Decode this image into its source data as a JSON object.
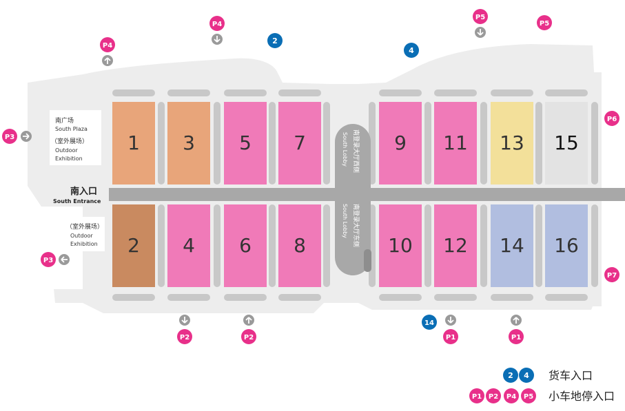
{
  "map": {
    "south_plaza": {
      "zh": "南广场",
      "en": "South Plaza"
    },
    "outdoor_north": {
      "zh": "（室外展场）",
      "en1": "Outdoor",
      "en2": "Exhibition"
    },
    "outdoor_south": {
      "zh": "（室外展场）",
      "en1": "Outdoor",
      "en2": "Exhibition"
    },
    "south_entrance": {
      "zh": "南入口",
      "en": "South Entrance"
    },
    "lobby_west": {
      "zh": "南登录大厅西侧",
      "en": "South Lobby"
    },
    "lobby_east": {
      "zh": "南登录大厅东侧",
      "en": "South Lobby"
    },
    "halls": [
      {
        "label": "1",
        "color": "#E8A57A"
      },
      {
        "label": "3",
        "color": "#E8A57A"
      },
      {
        "label": "5",
        "color": "#F07AB8"
      },
      {
        "label": "7",
        "color": "#F07AB8"
      },
      {
        "label": "9",
        "color": "#F07AB8"
      },
      {
        "label": "11",
        "color": "#F07AB8"
      },
      {
        "label": "13",
        "color": "#F3E09A"
      },
      {
        "label": "15",
        "color": "#E3E3E3"
      },
      {
        "label": "2",
        "color": "#C98A60"
      },
      {
        "label": "4",
        "color": "#F07AB8"
      },
      {
        "label": "6",
        "color": "#F07AB8"
      },
      {
        "label": "8",
        "color": "#F07AB8"
      },
      {
        "label": "10",
        "color": "#F07AB8"
      },
      {
        "label": "12",
        "color": "#F07AB8"
      },
      {
        "label": "14",
        "color": "#B1BEE0"
      },
      {
        "label": "16",
        "color": "#B1BEE0"
      }
    ],
    "truck_badges": [
      "2",
      "4",
      "14"
    ],
    "parking_badges": [
      "P4",
      "P4",
      "P5",
      "P5",
      "P3",
      "P6",
      "P3",
      "P7",
      "P2",
      "P2",
      "P1",
      "P1"
    ],
    "colors": {
      "parking": "#E8308A",
      "truck": "#0A6EB5",
      "corridor": "#A8A8A8",
      "ground": "#EDEDED"
    }
  },
  "legend": {
    "truck_badges": [
      "2",
      "4"
    ],
    "truck_text": "货车入口",
    "parking_badges": [
      "P1",
      "P2",
      "P4",
      "P5"
    ],
    "parking_text": "小车地停入口"
  }
}
